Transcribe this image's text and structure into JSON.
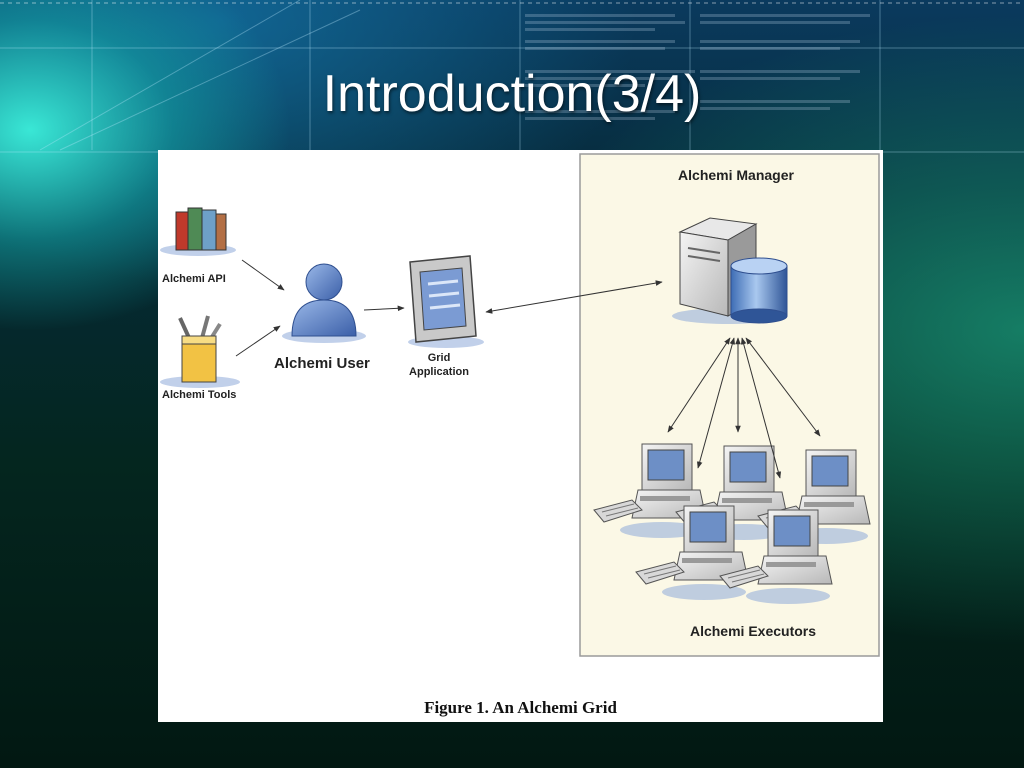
{
  "slide": {
    "title": "Introduction(3/4)"
  },
  "diagram": {
    "api_label": "Alchemi API",
    "tools_label": "Alchemi Tools",
    "user_label": "Alchemi User",
    "grid_app_label_line1": "Grid",
    "grid_app_label_line2": "Application",
    "manager_label": "Alchemi Manager",
    "executors_label": "Alchemi Executors",
    "caption": "Figure 1.  An Alchemi Grid"
  },
  "colors": {
    "panel_background": "#ffffff",
    "manager_box_fill": "#fbf8e6",
    "title_text": "#ffffff"
  }
}
